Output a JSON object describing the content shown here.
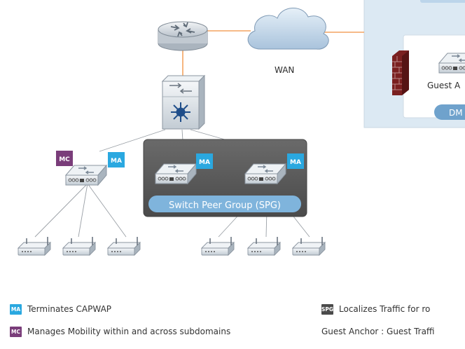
{
  "diagram": {
    "wan_label": "WAN",
    "spg_label": "Switch Peer Group (SPG)",
    "guest_anchor_partial": "Guest A",
    "dmz_partial": "DM",
    "badges": {
      "ma": "MA",
      "mc": "MC",
      "spg": "SPG"
    }
  },
  "legend": {
    "ma_text": "Terminates CAPWAP",
    "mc_text": "Manages Mobility within and across subdomains",
    "spg_text": "Localizes Traffic for ro",
    "guest_anchor_text": "Guest Anchor : Guest Traffi"
  },
  "colors": {
    "ma_badge": "#2aa8e0",
    "mc_badge": "#7a3d7a",
    "spg_panel": "#5a5a5a",
    "link_line": "#f4a460",
    "right_panel": "#dce9f3"
  }
}
